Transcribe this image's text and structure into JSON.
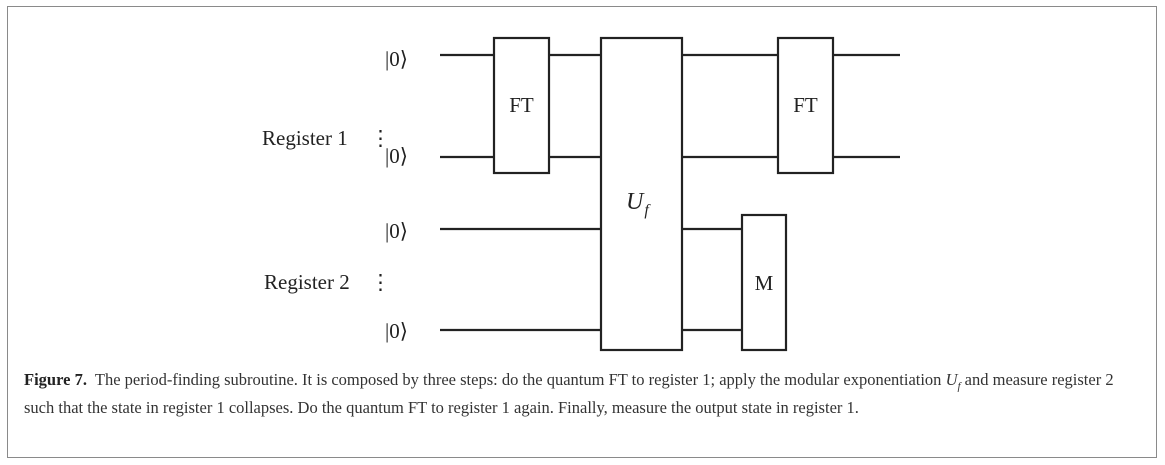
{
  "circuit": {
    "register1_label": "Register 1",
    "register2_label": "Register 2",
    "ket_zero": "|0⟩",
    "vdots": "⋮",
    "gate_ft_label": "FT",
    "gate_uf_label": "U",
    "gate_uf_sub": "f",
    "gate_m_label": "M"
  },
  "caption": {
    "figure_label": "Figure 7.",
    "text_part1": "The period-finding subroutine. It is composed by three steps: do the quantum FT to register 1; apply the modular exponentiation",
    "uf_symbol": "U",
    "uf_sub": "f",
    "text_part2": "and measure register 2 such that the state in register 1 collapses. Do the quantum FT to register 1 again. Finally, measure the output state in register 1."
  }
}
